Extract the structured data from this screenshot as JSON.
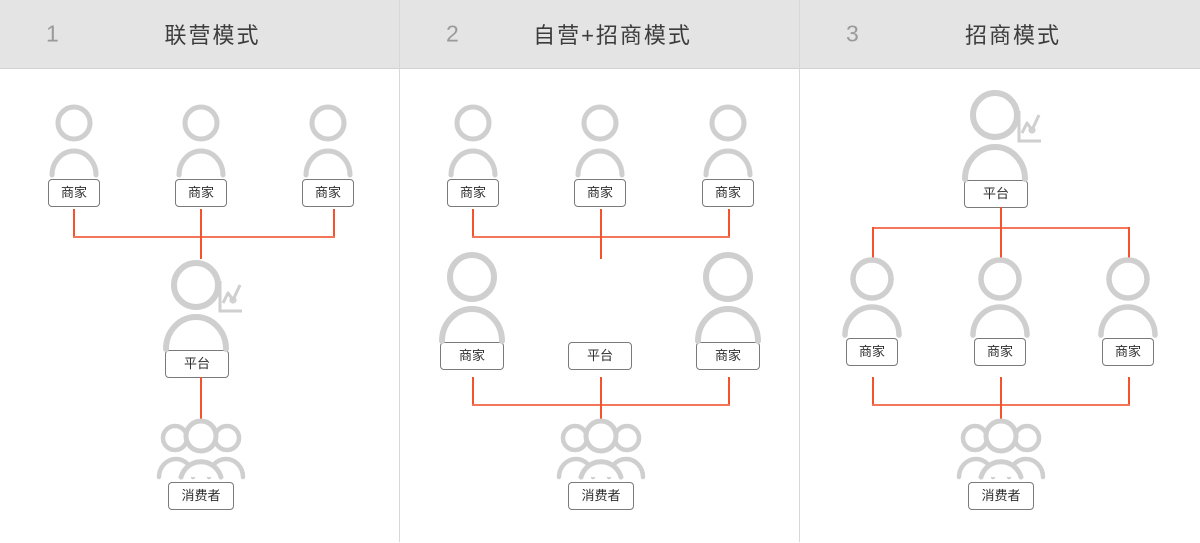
{
  "diagram": {
    "title_semantics": "e-commerce platform business model comparison",
    "connector_color": "#f4512c",
    "icon_color": "#cfcfcf",
    "header_bg": "#e4e4e4"
  },
  "panels": [
    {
      "number": "1",
      "title": "联营模式",
      "rows": [
        {
          "role": "merchant-row",
          "nodes": [
            {
              "label": "商家",
              "icon": "person-icon"
            },
            {
              "label": "商家",
              "icon": "person-icon"
            },
            {
              "label": "商家",
              "icon": "person-icon"
            }
          ]
        },
        {
          "role": "platform-row",
          "nodes": [
            {
              "label": "平台",
              "icon": "person-with-chart-icon"
            }
          ]
        },
        {
          "role": "consumer-row",
          "nodes": [
            {
              "label": "消费者",
              "icon": "group-people-icon"
            }
          ]
        }
      ]
    },
    {
      "number": "2",
      "title": "自营+招商模式",
      "rows": [
        {
          "role": "merchant-row",
          "nodes": [
            {
              "label": "商家",
              "icon": "person-icon"
            },
            {
              "label": "商家",
              "icon": "person-icon"
            },
            {
              "label": "商家",
              "icon": "person-icon"
            }
          ]
        },
        {
          "role": "platform-row",
          "nodes": [
            {
              "label": "商家",
              "icon": "person-icon"
            },
            {
              "label": "平台",
              "icon": "none"
            },
            {
              "label": "商家",
              "icon": "person-icon"
            }
          ]
        },
        {
          "role": "consumer-row",
          "nodes": [
            {
              "label": "消费者",
              "icon": "group-people-icon"
            }
          ]
        }
      ]
    },
    {
      "number": "3",
      "title": "招商模式",
      "rows": [
        {
          "role": "platform-row",
          "nodes": [
            {
              "label": "平台",
              "icon": "person-with-chart-icon"
            }
          ]
        },
        {
          "role": "merchant-row",
          "nodes": [
            {
              "label": "商家",
              "icon": "person-icon"
            },
            {
              "label": "商家",
              "icon": "person-icon"
            },
            {
              "label": "商家",
              "icon": "person-icon"
            }
          ]
        },
        {
          "role": "consumer-row",
          "nodes": [
            {
              "label": "消费者",
              "icon": "group-people-icon"
            }
          ]
        }
      ]
    }
  ]
}
